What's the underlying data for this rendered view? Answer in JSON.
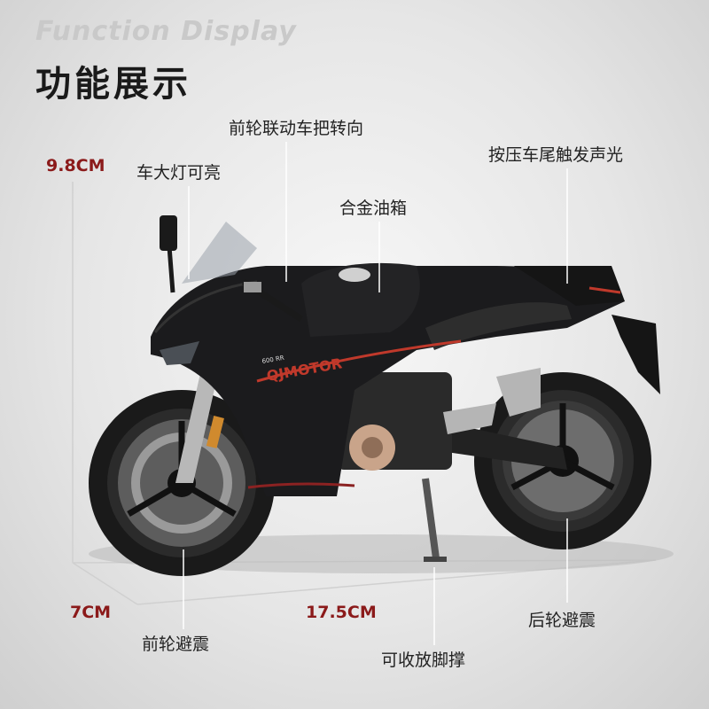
{
  "header": {
    "title_en": "Function Display",
    "title_cn": "功能展示"
  },
  "dimensions": {
    "height": "9.8CM",
    "width": "7CM",
    "length": "17.5CM"
  },
  "callouts": {
    "front_steering": "前轮联动车把转向",
    "headlight": "车大灯可亮",
    "alloy_tank": "合金油箱",
    "tail_light": "按压车尾触发声光",
    "front_suspension": "前轮避震",
    "kickstand": "可收放脚撑",
    "rear_suspension": "后轮避震"
  },
  "product": {
    "brand_text": "QJMOTOR",
    "model_text": "600 RR"
  },
  "colors": {
    "accent_red": "#8b1a1a",
    "body_black": "#1b1b1d",
    "stripe_red": "#c0392b"
  }
}
